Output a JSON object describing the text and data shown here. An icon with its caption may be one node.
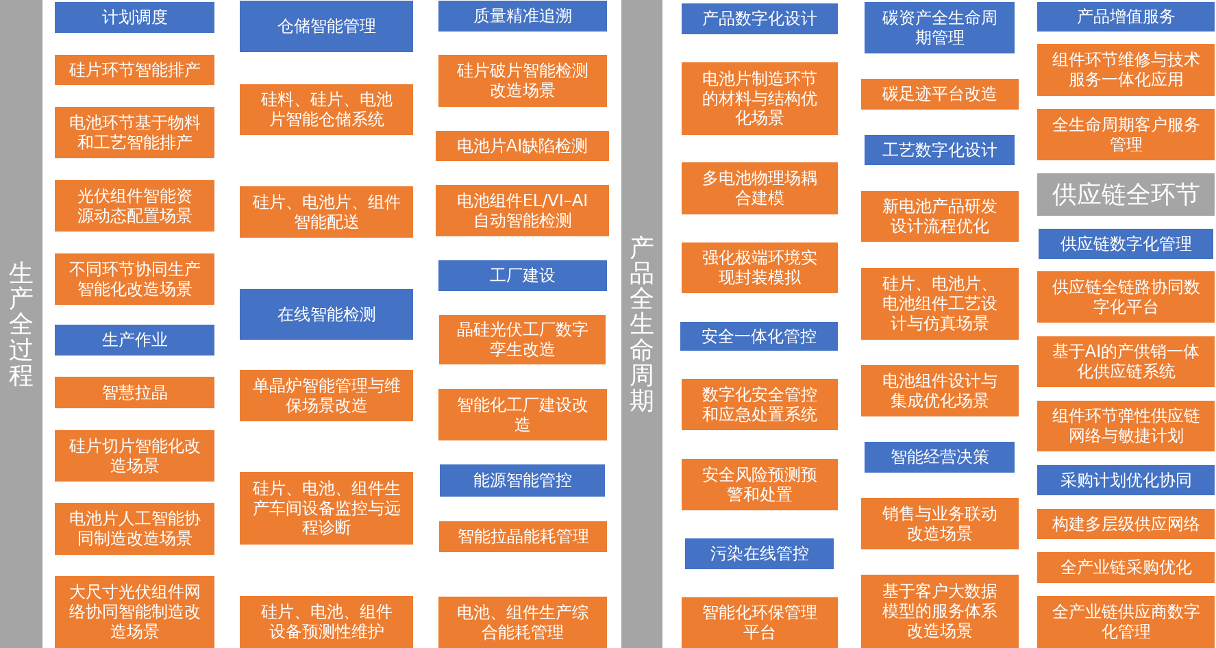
{
  "diagram": {
    "nodes": [
      {
        "text": [
          "生产全过程"
        ]
      },
      {
        "text": [
          "计划调度"
        ]
      },
      {
        "text": [
          "硅片环节智能排产"
        ]
      },
      {
        "text": [
          "电池环节基于物料和工艺智能排产"
        ]
      },
      {
        "text": [
          "光伏组件智能资源动态配置场景"
        ]
      },
      {
        "text": [
          "不同环节协同生产智能化改造场景"
        ]
      },
      {
        "text": [
          "生产作业"
        ]
      },
      {
        "text": [
          "智慧拉晶"
        ]
      },
      {
        "text": [
          "硅片切片智能化改造场景"
        ]
      },
      {
        "text": [
          "电池片人工智能协同制造改造场景"
        ]
      },
      {
        "text": [
          "大尺寸光伏组件网络协同智能制造改造场景"
        ]
      },
      {
        "text": [
          "仓储智能管理"
        ]
      },
      {
        "text": [
          "硅料、硅片、电池片智能仓储系统"
        ]
      },
      {
        "text": [
          "硅片、电池片、组件智能配送"
        ]
      },
      {
        "text": [
          "在线智能检测"
        ]
      },
      {
        "text": [
          "单晶炉智能管理与维保场景改造"
        ]
      },
      {
        "text": [
          "硅片、电池、组件生产车间设备监控与远程诊断"
        ]
      },
      {
        "text": [
          "硅片、电池、组件设备预测性维护"
        ]
      },
      {
        "text": [
          "质量精准追溯"
        ]
      },
      {
        "text": [
          "硅片破片智能检测改造场景"
        ]
      },
      {
        "text": [
          "电池片AI缺陷检测"
        ]
      },
      {
        "text": [
          "电池组件EL/VI–AI自动智能检测"
        ]
      },
      {
        "text": [
          "工厂建设"
        ]
      },
      {
        "text": [
          "晶硅光伏工厂数字孪生改造"
        ]
      },
      {
        "text": [
          "智能化工厂建设改造"
        ]
      },
      {
        "text": [
          "能源智能管控"
        ]
      },
      {
        "text": [
          "智能拉晶能耗管理"
        ]
      },
      {
        "text": [
          "电池、组件生产综合能耗管理"
        ]
      },
      {
        "text": [
          "产品全生命周期"
        ]
      },
      {
        "text": [
          "产品数字化设计"
        ]
      },
      {
        "text": [
          "电池片制造环节的材料与结构优化场景"
        ]
      },
      {
        "text": [
          "多电池物理场耦合建模"
        ]
      },
      {
        "text": [
          "强化极端环境实现封装模拟"
        ]
      },
      {
        "text": [
          "安全一体化管控"
        ]
      },
      {
        "text": [
          "数字化安全管控和应急处置系统"
        ]
      },
      {
        "text": [
          "安全风险预测预警和处置"
        ]
      },
      {
        "text": [
          "污染在线管控"
        ]
      },
      {
        "text": [
          "智能化环保管理平台"
        ]
      },
      {
        "text": [
          "碳资产全生命周期管理"
        ]
      },
      {
        "text": [
          "碳足迹平台改造"
        ]
      },
      {
        "text": [
          "工艺数字化设计"
        ]
      },
      {
        "text": [
          "新电池产品研发设计流程优化"
        ]
      },
      {
        "text": [
          "硅片、电池片、电池组件工艺设计与仿真场景"
        ]
      },
      {
        "text": [
          "电池组件设计与集成优化场景"
        ]
      },
      {
        "text": [
          "智能经营决策"
        ]
      },
      {
        "text": [
          "销售与业务联动改造场景"
        ]
      },
      {
        "text": [
          "基于客户大数据模型的服务体系改造场景"
        ]
      },
      {
        "text": [
          "产品增值服务"
        ]
      },
      {
        "text": [
          "组件环节维修与技术服务一体化应用"
        ]
      },
      {
        "text": [
          "全生命周期客户服务管理"
        ]
      },
      {
        "text": [
          "供应链全环节"
        ]
      },
      {
        "text": [
          "供应链数字化管理"
        ]
      },
      {
        "text": [
          "供应链全链路协同数字化平台"
        ]
      },
      {
        "text": [
          "基于AI的产供销一体化供应链系统"
        ]
      },
      {
        "text": [
          "组件环节弹性供应链网络与敏捷计划"
        ]
      },
      {
        "text": [
          "采购计划优化协同"
        ]
      },
      {
        "text": [
          "构建多层级供应网络"
        ]
      },
      {
        "text": [
          "全产业链采购优化"
        ]
      },
      {
        "text": [
          "全产业链供应商数字化管理"
        ]
      }
    ]
  }
}
